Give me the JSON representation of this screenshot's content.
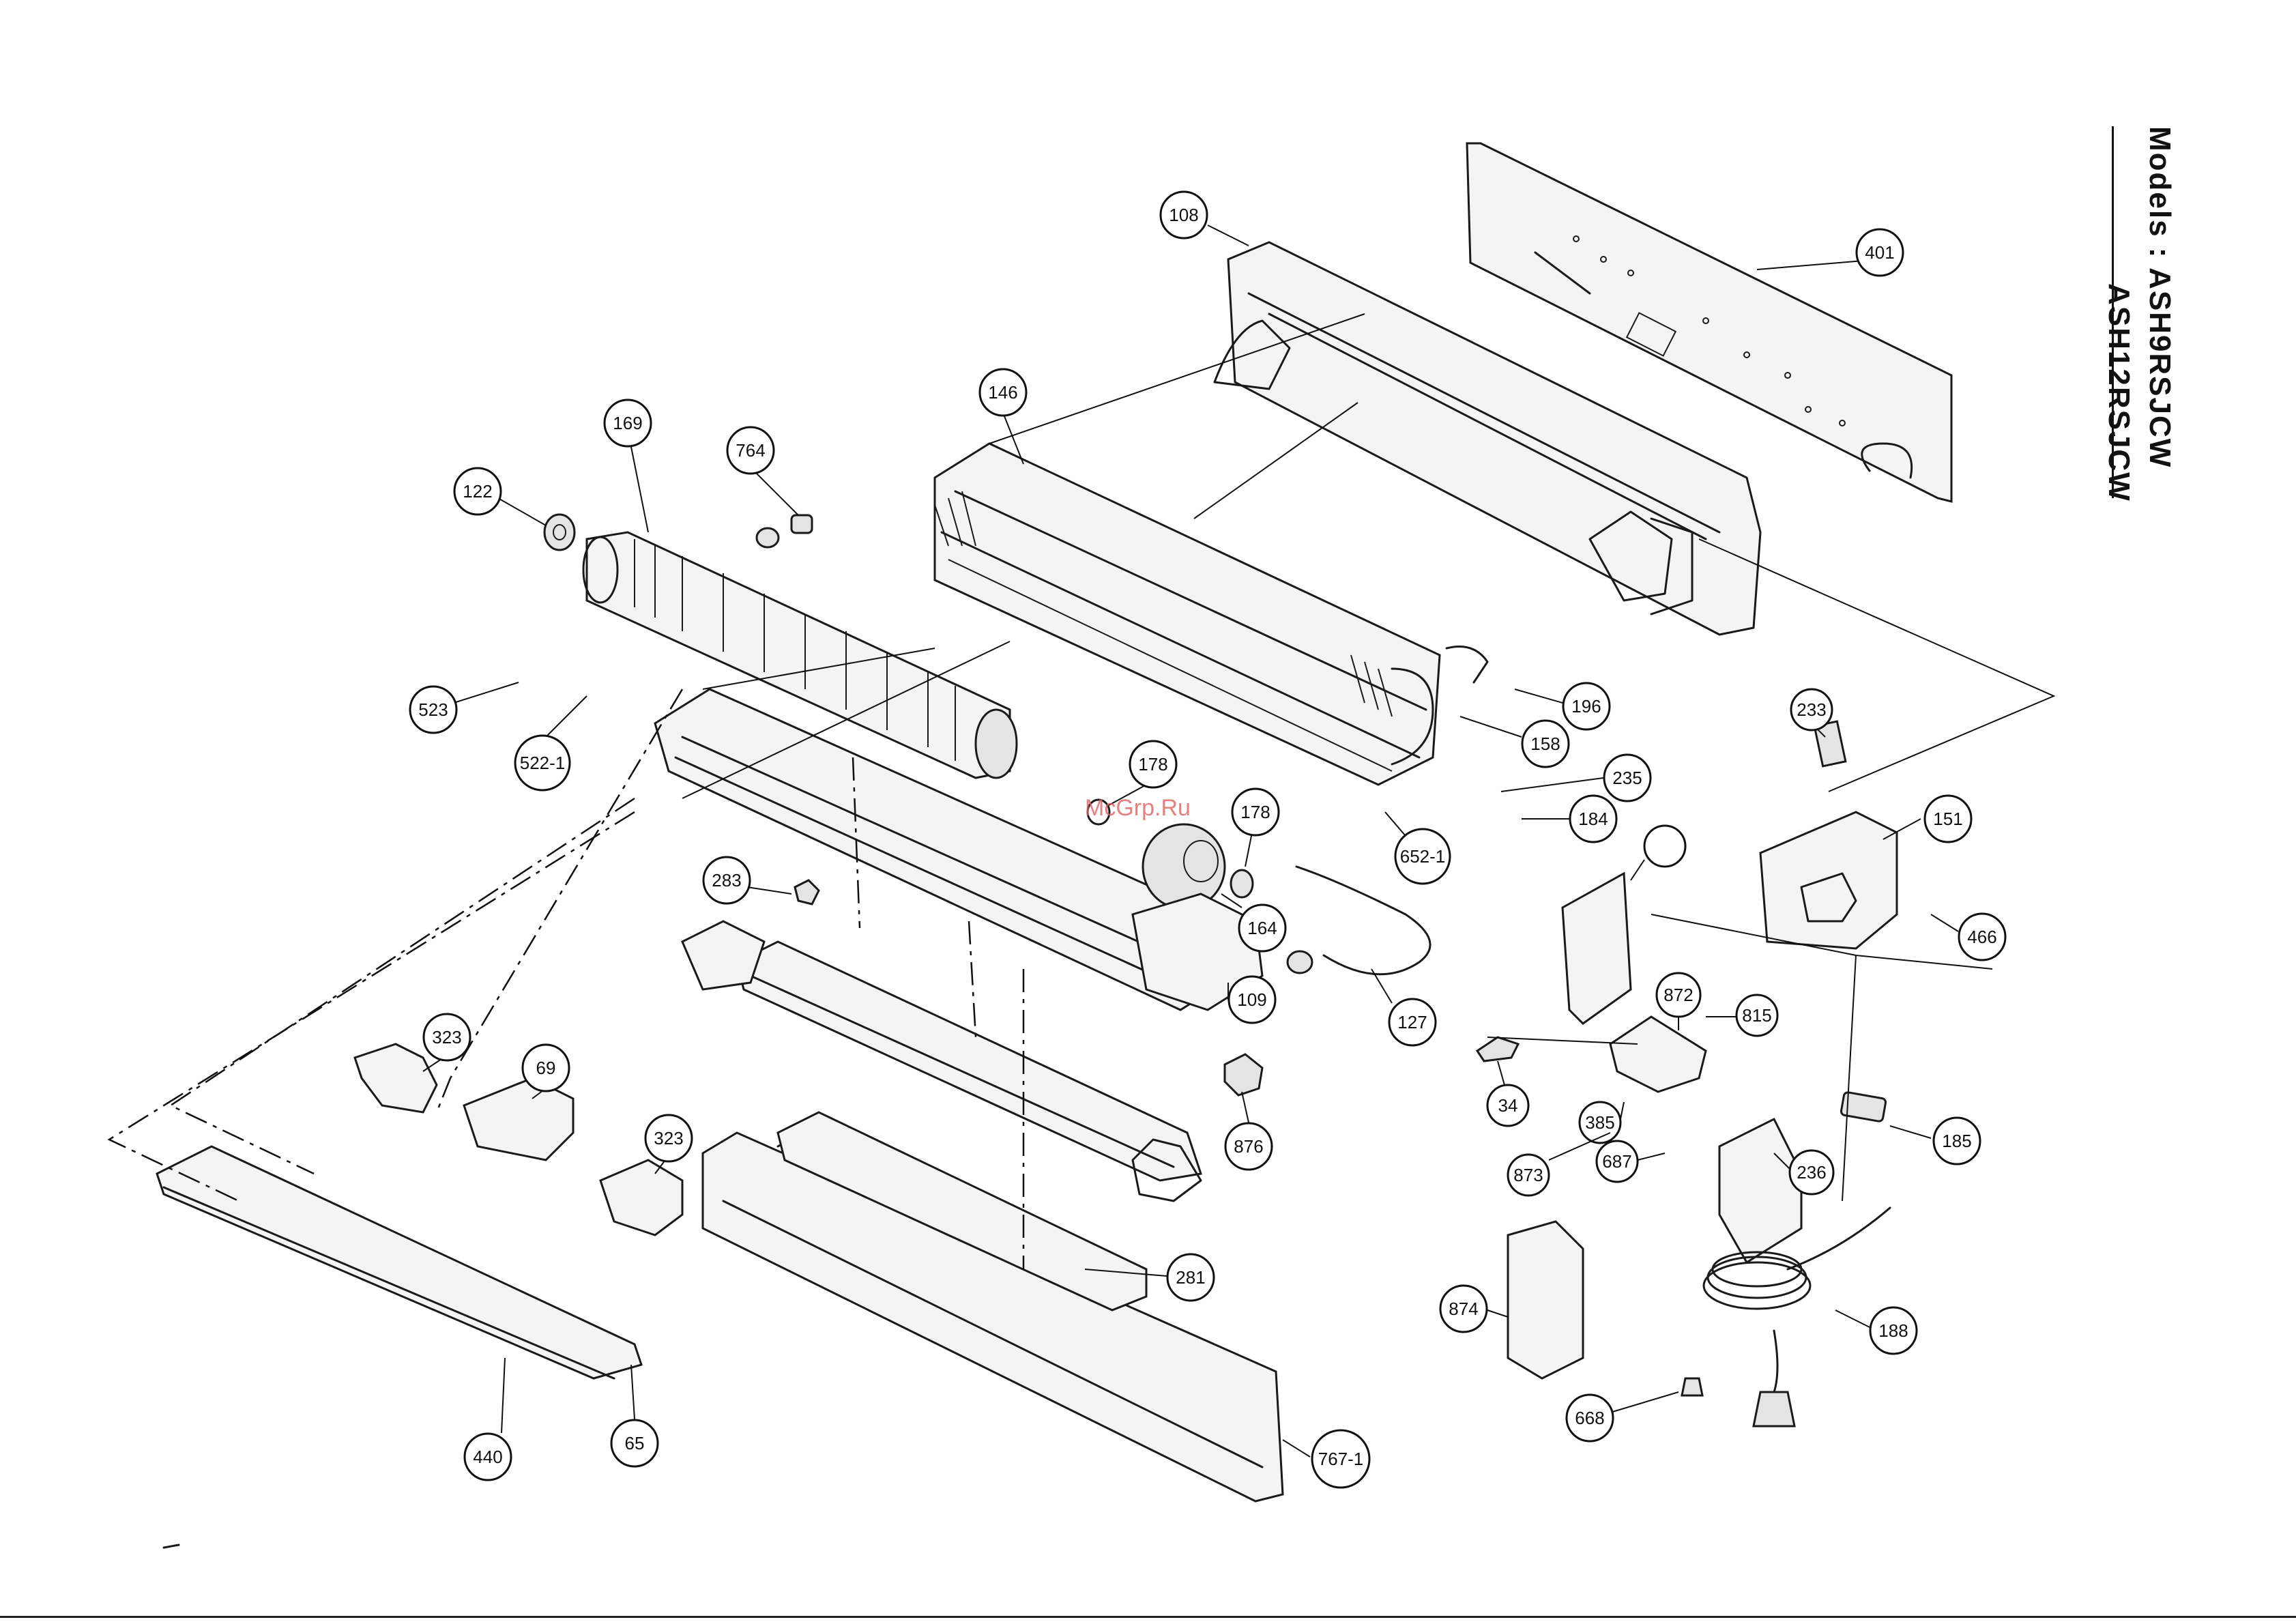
{
  "title": {
    "line1": "Models : ASH9RSJCW",
    "line2": "ASH12RSJCW"
  },
  "watermark": "McGrp.Ru",
  "parts": [
    {
      "id": "p401",
      "label": "401"
    },
    {
      "id": "p108",
      "label": "108"
    },
    {
      "id": "p146",
      "label": "146"
    },
    {
      "id": "p169",
      "label": "169"
    },
    {
      "id": "p764",
      "label": "764"
    },
    {
      "id": "p122",
      "label": "122"
    },
    {
      "id": "p523",
      "label": "523"
    },
    {
      "id": "p522",
      "label": "522-1"
    },
    {
      "id": "p196",
      "label": "196"
    },
    {
      "id": "p158",
      "label": "158"
    },
    {
      "id": "p235",
      "label": "235"
    },
    {
      "id": "p184",
      "label": "184"
    },
    {
      "id": "p652",
      "label": "652-1"
    },
    {
      "id": "p178a",
      "label": "178"
    },
    {
      "id": "p178b",
      "label": "178"
    },
    {
      "id": "p164",
      "label": "164"
    },
    {
      "id": "p109",
      "label": "109"
    },
    {
      "id": "p127",
      "label": "127"
    },
    {
      "id": "p876",
      "label": "876"
    },
    {
      "id": "p283",
      "label": "283"
    },
    {
      "id": "p323a",
      "label": "323"
    },
    {
      "id": "p69",
      "label": "69"
    },
    {
      "id": "p323b",
      "label": "323"
    },
    {
      "id": "p281",
      "label": "281"
    },
    {
      "id": "p440",
      "label": "440"
    },
    {
      "id": "p65",
      "label": "65"
    },
    {
      "id": "p767",
      "label": "767-1"
    },
    {
      "id": "p233",
      "label": "233"
    },
    {
      "id": "p151",
      "label": "151"
    },
    {
      "id": "p466",
      "label": "466"
    },
    {
      "id": "p872",
      "label": "872"
    },
    {
      "id": "p815",
      "label": "815"
    },
    {
      "id": "p34",
      "label": "34"
    },
    {
      "id": "p385",
      "label": "385"
    },
    {
      "id": "p687",
      "label": "687"
    },
    {
      "id": "p873",
      "label": "873"
    },
    {
      "id": "p185",
      "label": "185"
    },
    {
      "id": "p236",
      "label": "236"
    },
    {
      "id": "p874",
      "label": "874"
    },
    {
      "id": "p188",
      "label": "188"
    },
    {
      "id": "p668",
      "label": "668"
    }
  ]
}
